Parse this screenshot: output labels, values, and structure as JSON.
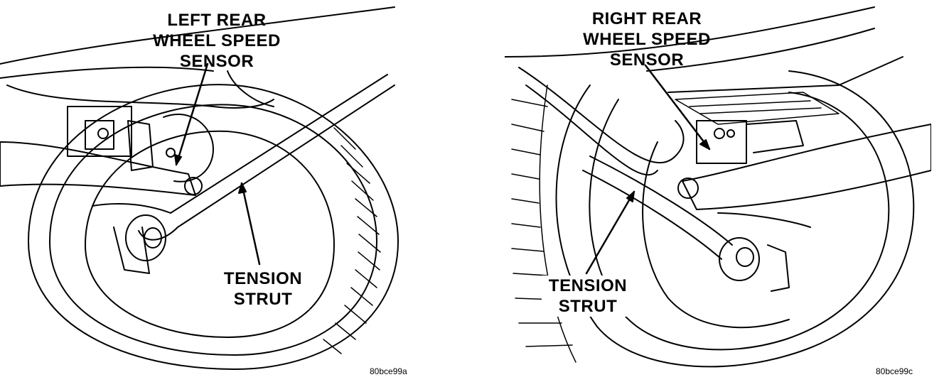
{
  "left_panel": {
    "sensor_label": [
      "LEFT REAR",
      "WHEEL SPEED",
      "SENSOR"
    ],
    "strut_label": [
      "TENSION",
      "STRUT"
    ],
    "figure_id": "80bce99a"
  },
  "right_panel": {
    "sensor_label": [
      "RIGHT REAR",
      "WHEEL SPEED",
      "SENSOR"
    ],
    "strut_label": [
      "TENSION",
      "STRUT"
    ],
    "figure_id": "80bce99c"
  },
  "colors": {
    "line": "#000000",
    "background": "#ffffff"
  }
}
